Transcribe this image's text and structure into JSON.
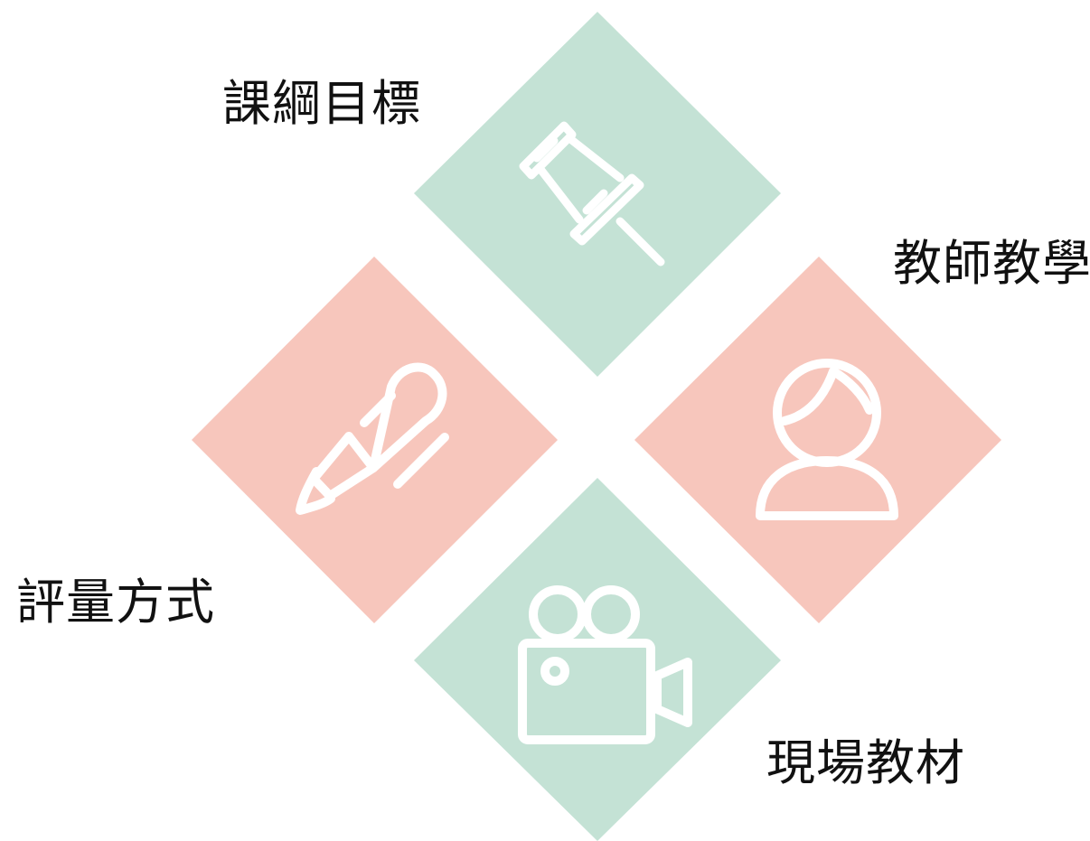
{
  "colors": {
    "green": "#c4e2d5",
    "pink": "#f7c6bc",
    "icon_stroke": "#ffffff",
    "text": "#111111"
  },
  "items": {
    "top": {
      "label": "課綱目標",
      "icon": "pushpin-icon",
      "color": "#c4e2d5"
    },
    "right": {
      "label": "教師教學",
      "icon": "person-icon",
      "color": "#f7c6bc"
    },
    "left": {
      "label": "評量方式",
      "icon": "pen-icon",
      "color": "#f7c6bc"
    },
    "bottom": {
      "label": "現場教材",
      "icon": "video-camera-icon",
      "color": "#c4e2d5"
    }
  }
}
